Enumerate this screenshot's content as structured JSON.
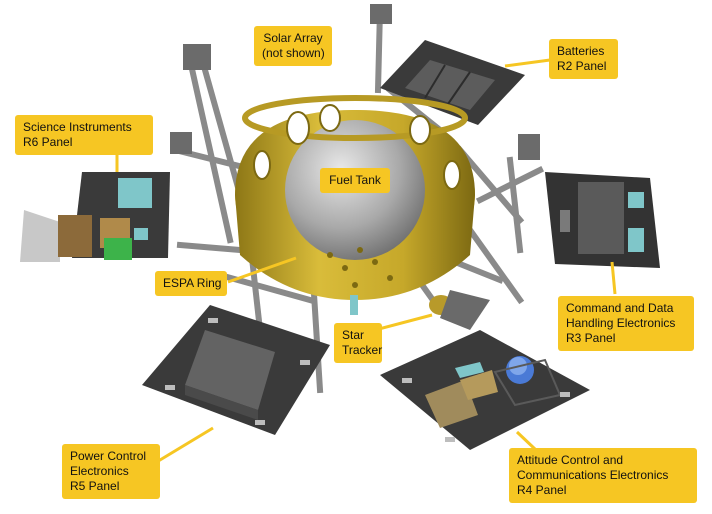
{
  "colors": {
    "callout": "#f6c623",
    "leader": "#f6c623",
    "ring": "#c9a92a",
    "panel": "#3a3a3a",
    "tank": "#b9b9b9",
    "truss": "#8a8a8a",
    "teal": "#7fc6c9"
  },
  "labels": {
    "solar_array": {
      "line1": "Solar Array",
      "line2": "(not shown)"
    },
    "batteries": {
      "line1": "Batteries",
      "line2": "R2 Panel"
    },
    "science": {
      "line1": "Science Instruments",
      "line2": "R6 Panel"
    },
    "fuel_tank": {
      "line1": "Fuel Tank"
    },
    "cdh": {
      "line1": "Command and Data",
      "line2": "Handling Electronics",
      "line3": "R3 Panel"
    },
    "espa": {
      "line1": "ESPA Ring"
    },
    "star_tracker": {
      "line1": "Star",
      "line2": "Tracker"
    },
    "power": {
      "line1": "Power Control",
      "line2": "Electronics",
      "line3": "R5 Panel"
    },
    "attitude": {
      "line1": "Attitude Control and",
      "line2": "Communications Electronics",
      "line3": "R4 Panel"
    }
  }
}
